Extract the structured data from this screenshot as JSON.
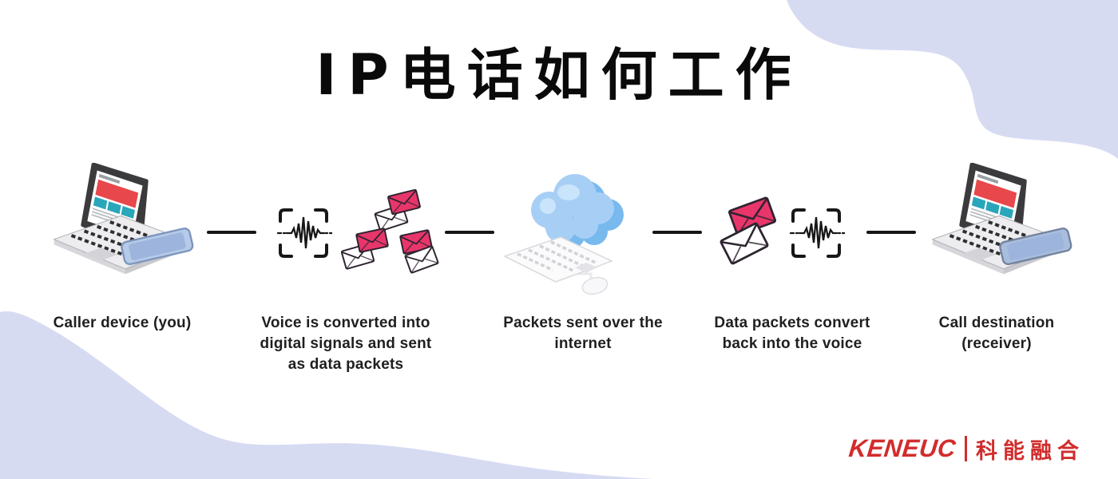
{
  "title": "IP电话如何工作",
  "steps": [
    {
      "icon": "laptop-and-phone",
      "label": "Caller device (you)"
    },
    {
      "icon": "voice-waveform-and-data-packets",
      "label": "Voice is converted into digital signals and sent as data packets"
    },
    {
      "icon": "cloud-and-keyboard",
      "label": "Packets sent over the internet"
    },
    {
      "icon": "data-packets-and-voice-waveform",
      "label": "Data packets convert back into the voice"
    },
    {
      "icon": "laptop-and-phone",
      "label": "Call destination (receiver)"
    }
  ],
  "logo": {
    "brand": "KENEUC",
    "divider": "|",
    "name_cjk": "科能融合"
  },
  "colors": {
    "accent_red": "#d22c2c",
    "blob_lavender": "#d7dbf2",
    "envelope_pink": "#e8366b",
    "cloud_blue": "#a7cff5",
    "screen_red": "#e8474b",
    "screen_teal": "#2aa6ba",
    "connector_black": "#161616"
  }
}
